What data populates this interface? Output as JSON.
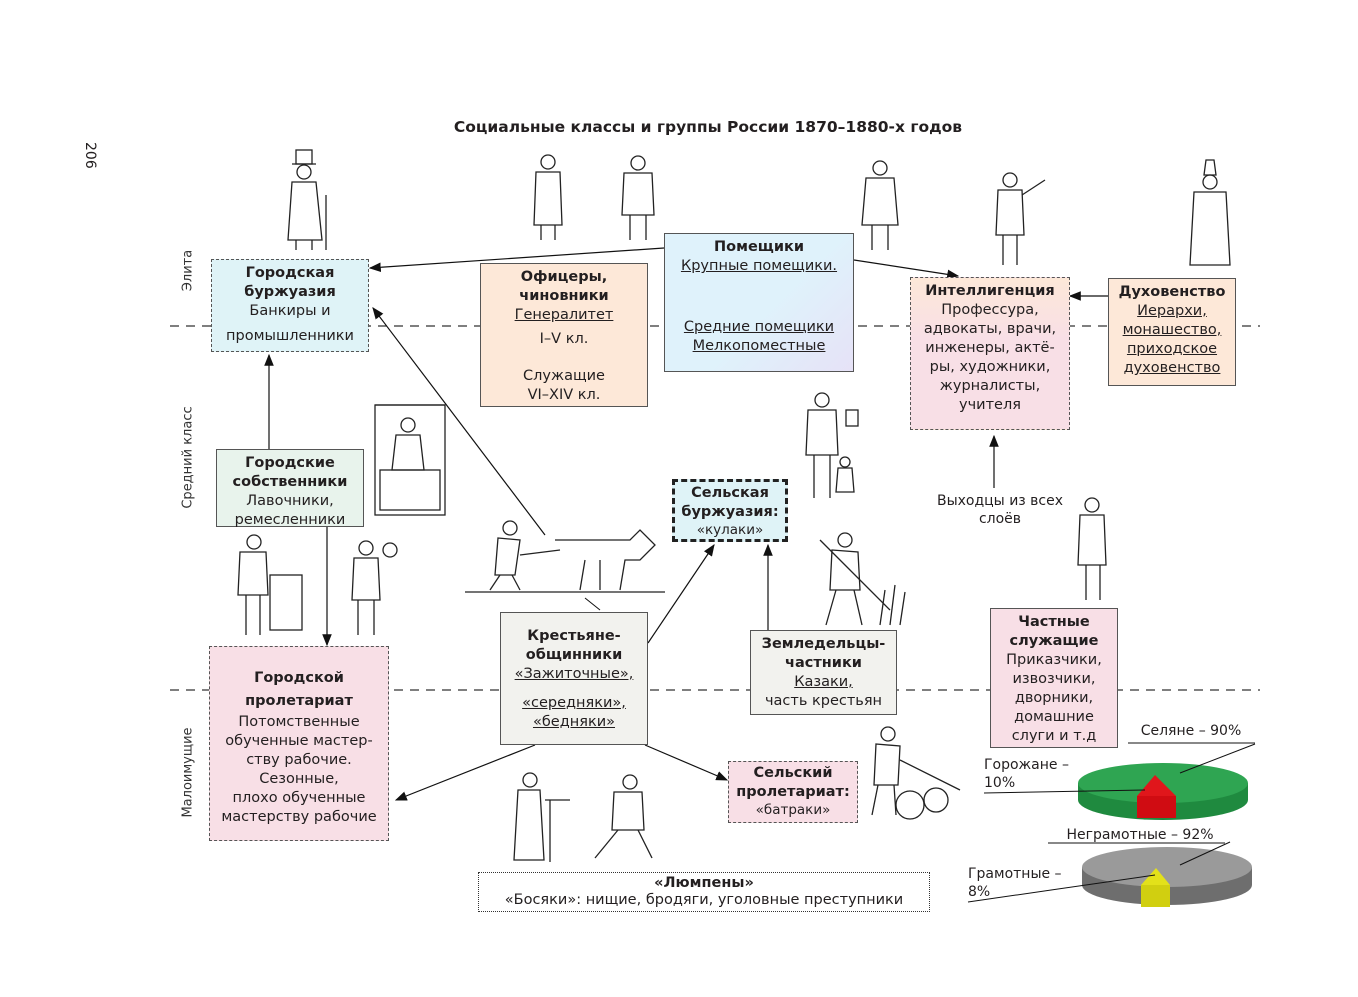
{
  "page_number": "206",
  "title": "Социальные классы и группы России 1870–1880-х годов",
  "strata": {
    "elite": "Элита",
    "middle": "Средний класс",
    "poor": "Малоимущие"
  },
  "boxes": {
    "urban_bourgeoisie": {
      "title": "Городская буржуазия",
      "lines": [
        "Банкиры и",
        "промышленники"
      ]
    },
    "officers": {
      "title": "Офицеры, чиновники",
      "u1": "Генералитет",
      "l1": "I–V кл.",
      "l2": "Служащие",
      "l3": "VI–XIV кл."
    },
    "landowners": {
      "title": "Помещики",
      "u1": "Крупные помещики.",
      "u2": "Средние помещики",
      "u3": "Мелкопоместные"
    },
    "intelligentsia": {
      "title": "Интеллигенция",
      "lines": [
        "Профессура,",
        "адвокаты, врачи,",
        "инженеры, актё-",
        "ры, художники,",
        "журналисты,",
        "учителя"
      ]
    },
    "clergy": {
      "title": "Духовенство",
      "u": [
        "Иерархи,",
        "монашество,",
        "приходское",
        "духовенство"
      ]
    },
    "urban_owners": {
      "title": "Городские собственники",
      "lines": [
        "Лавочники,",
        "ремесленники"
      ]
    },
    "rural_bourgeoisie": {
      "title": "Сельская буржуазия:",
      "sub": "«кулаки»"
    },
    "from_all": {
      "lines": [
        "Выходцы из всех",
        "слоёв"
      ]
    },
    "urban_proletariat": {
      "title": "Городской пролетариат",
      "lines": [
        "Потомственные",
        "обученные мастер-",
        "ству рабочие.",
        "Сезонные,",
        "плохо обученные",
        "мастерству рабочие"
      ]
    },
    "peasants": {
      "title": "Крестьяне-общинники",
      "u": [
        "«Зажиточные»,",
        "«середняки»,",
        "«бедняки»"
      ]
    },
    "private_farmers": {
      "title": "Земледельцы-частники",
      "u": "Казаки,",
      "l": "часть крестьян"
    },
    "private_servants": {
      "title": "Частные служащие",
      "lines": [
        "Приказчики,",
        "извозчики,",
        "дворники,",
        "домашние",
        "слуги и т.д"
      ]
    },
    "rural_proletariat": {
      "title": "Сельский пролетариат:",
      "sub": "«батраки»"
    },
    "lumpen": {
      "title": "«Люмпены»",
      "sub": "«Босяки»: нищие, бродяги, уголовные преступники"
    }
  },
  "chart_data": [
    {
      "type": "pie",
      "title": "",
      "categories": [
        "Селяне",
        "Горожане"
      ],
      "values": [
        90,
        10
      ],
      "labels": [
        "Селяне – 90%",
        "Горожане – 10%"
      ],
      "colors": [
        "#2e9e4f",
        "#e0161b"
      ]
    },
    {
      "type": "pie",
      "title": "",
      "categories": [
        "Неграмотные",
        "Грамотные"
      ],
      "values": [
        92,
        8
      ],
      "labels": [
        "Неграмотные – 92%",
        "Грамотные – 8%"
      ],
      "colors": [
        "#8c8c8c",
        "#e3e11a"
      ]
    }
  ],
  "colors": {
    "cyan_box": "#dff3f7",
    "peach_box": "#fde8d8",
    "pink_box": "#f8dfe6",
    "light_box": "#f2f2ee"
  }
}
